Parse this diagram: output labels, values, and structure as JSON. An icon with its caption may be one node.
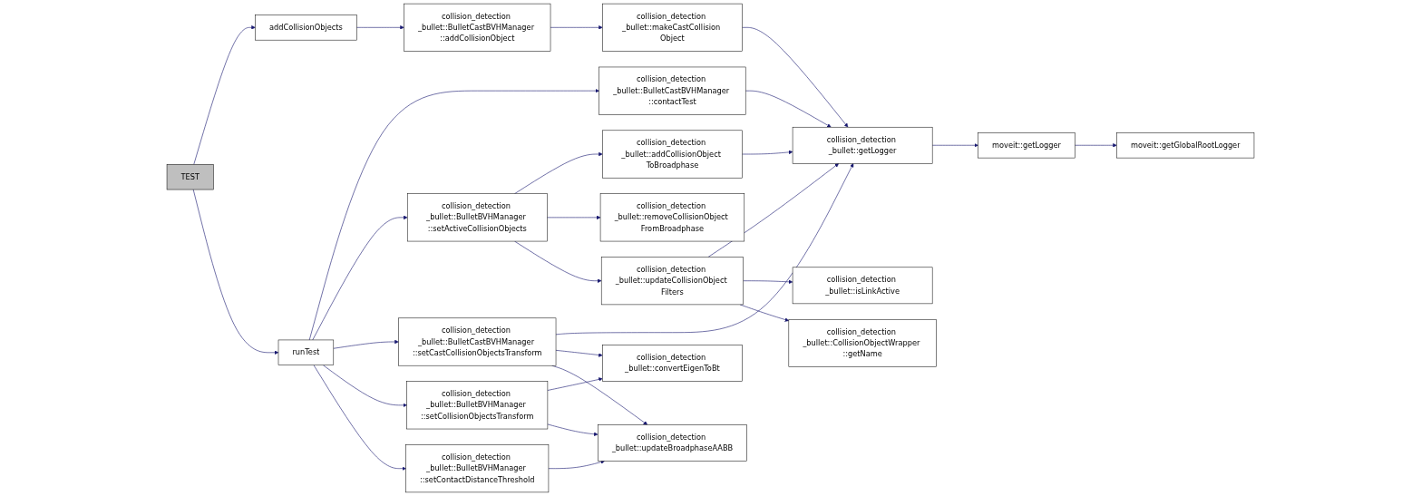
{
  "diagram": {
    "nodes": [
      {
        "text": [
          "TEST"
        ]
      },
      {
        "text": [
          "addCollisionObjects"
        ]
      },
      {
        "text": [
          "runTest"
        ]
      },
      {
        "text": [
          "collision_detection _bullet::BulletCastBVHManager ::addCollisionObject"
        ]
      },
      {
        "text": [
          "collision_detection _bullet::makeCastCollision Object"
        ]
      },
      {
        "text": [
          "collision_detection _bullet::BulletCastBVHManager ::contactTest"
        ]
      },
      {
        "text": [
          "collision_detection _bullet::BulletBVHManager ::setActiveCollisionObjects"
        ]
      },
      {
        "text": [
          "collision_detection _bullet::BulletCastBVHManager ::setCastCollisionObjectsTransform"
        ]
      },
      {
        "text": [
          "collision_detection _bullet::BulletBVHManager ::setCollisionObjectsTransform"
        ]
      },
      {
        "text": [
          "collision_detection _bullet::BulletBVHManager ::setContactDistanceThreshold"
        ]
      },
      {
        "text": [
          "collision_detection _bullet::addCollisionObject ToBroadphase"
        ]
      },
      {
        "text": [
          "collision_detection _bullet::removeCollisionObject FromBroadphase"
        ]
      },
      {
        "text": [
          "collision_detection _bullet::updateCollisionObject Filters"
        ]
      },
      {
        "text": [
          "collision_detection _bullet::convertEigenToBt"
        ]
      },
      {
        "text": [
          "collision_detection _bullet::updateBroadphaseAABB"
        ]
      },
      {
        "text": [
          "collision_detection _bullet::getLogger"
        ]
      },
      {
        "text": [
          "collision_detection _bullet::isLinkActive"
        ]
      },
      {
        "text": [
          "collision_detection _bullet::CollisionObjectWrapper ::getName"
        ]
      },
      {
        "text": [
          "moveit::getLogger"
        ]
      },
      {
        "text": [
          "moveit::getGlobalRootLogger"
        ]
      }
    ],
    "edges": [
      {
        "from": 0,
        "to": 1,
        "arrow": "to"
      },
      {
        "from": 0,
        "to": 2,
        "arrow": "to"
      },
      {
        "from": 1,
        "to": 3,
        "arrow": "to"
      },
      {
        "from": 3,
        "to": 4,
        "arrow": "to"
      },
      {
        "from": 4,
        "to": 15,
        "arrow": "to"
      },
      {
        "from": 2,
        "to": 5,
        "arrow": "to"
      },
      {
        "from": 5,
        "to": 15,
        "arrow": "to"
      },
      {
        "from": 2,
        "to": 6,
        "arrow": "to"
      },
      {
        "from": 2,
        "to": 7,
        "arrow": "to"
      },
      {
        "from": 2,
        "to": 8,
        "arrow": "to"
      },
      {
        "from": 2,
        "to": 9,
        "arrow": "to"
      },
      {
        "from": 6,
        "to": 10,
        "arrow": "to"
      },
      {
        "from": 6,
        "to": 11,
        "arrow": "to"
      },
      {
        "from": 6,
        "to": 12,
        "arrow": "to"
      },
      {
        "from": 10,
        "to": 15,
        "arrow": "to"
      },
      {
        "from": 7,
        "to": 15,
        "arrow": "to"
      },
      {
        "from": 7,
        "to": 13,
        "arrow": "to"
      },
      {
        "from": 7,
        "to": 14,
        "arrow": "to"
      },
      {
        "from": 12,
        "to": 15,
        "arrow": "to"
      },
      {
        "from": 12,
        "to": 16,
        "arrow": "to"
      },
      {
        "from": 12,
        "to": 17,
        "arrow": "to"
      },
      {
        "from": 8,
        "to": 13,
        "arrow": "to"
      },
      {
        "from": 8,
        "to": 14,
        "arrow": "to"
      },
      {
        "from": 9,
        "to": 14,
        "arrow": "to"
      },
      {
        "from": 15,
        "to": 18,
        "arrow": "to"
      },
      {
        "from": 18,
        "to": 19,
        "arrow": "to"
      }
    ]
  }
}
